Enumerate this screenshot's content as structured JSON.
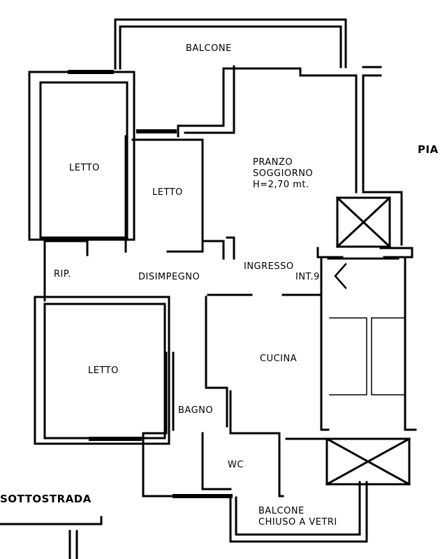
{
  "rooms": {
    "balcone_top": "BALCONE",
    "letto_1": "LETTO",
    "letto_2": "LETTO",
    "pranzo_line1": "PRANZO",
    "pranzo_line2": "SOGGIORNO",
    "pranzo_height": "H=2,70 mt.",
    "rip": "RIP.",
    "disimpegno": "DISIMPEGNO",
    "ingresso": "INGRESSO",
    "interno": "INT.9",
    "letto_3": "LETTO",
    "cucina": "CUCINA",
    "bagno": "BAGNO",
    "wc": "WC",
    "balcone_bottom_line1": "BALCONE",
    "balcone_bottom_line2": "CHIUSO A VETRI"
  },
  "edge_labels": {
    "right_cut": "PIA",
    "sottostrada": "SOTTOSTRADA"
  }
}
